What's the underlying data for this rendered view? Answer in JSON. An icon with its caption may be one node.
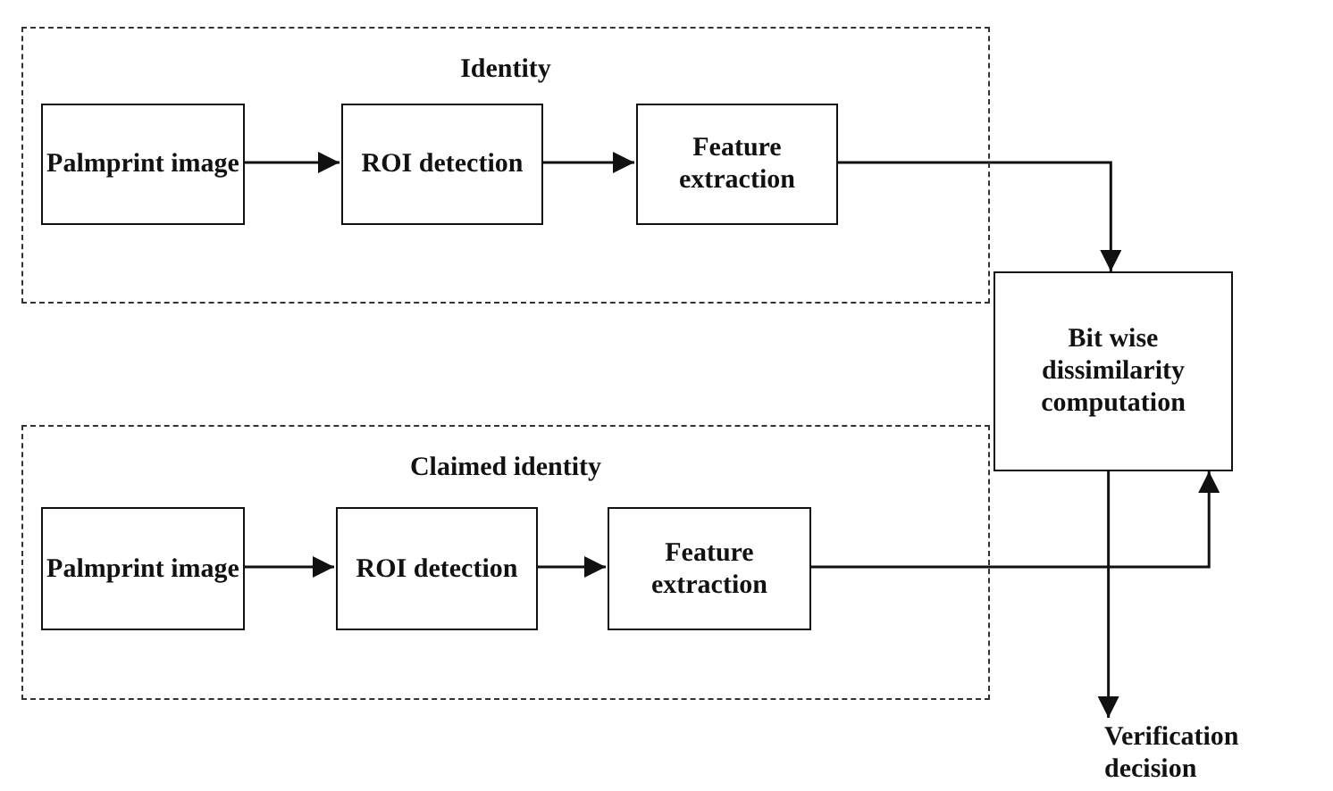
{
  "diagram": {
    "nodes": [
      {
        "text": [
          "Identity"
        ]
      },
      {
        "text": [
          "Palmprint image"
        ],
        "in": 0
      },
      {
        "text": [
          "ROI detection"
        ],
        "in": 0
      },
      {
        "text": [
          "Feature extraction"
        ],
        "in": 0
      },
      {
        "text": [
          "Claimed identity"
        ]
      },
      {
        "text": [
          "Palmprint image"
        ],
        "in": 4
      },
      {
        "text": [
          "ROI detection"
        ],
        "in": 4
      },
      {
        "text": [
          "Feature extraction"
        ],
        "in": 4
      },
      {
        "text": [
          "Bit wise dissimilarity computation"
        ]
      },
      {
        "text": [
          "Verification decision"
        ]
      }
    ],
    "edges": [
      {
        "from": 1,
        "to": 2,
        "arrow": "to"
      },
      {
        "from": 2,
        "to": 3,
        "arrow": "to"
      },
      {
        "from": 5,
        "to": 6,
        "arrow": "to"
      },
      {
        "from": 6,
        "to": 7,
        "arrow": "to"
      },
      {
        "from": 3,
        "to": 8,
        "arrow": "to"
      },
      {
        "from": 7,
        "to": 8,
        "arrow": "to"
      },
      {
        "from": 8,
        "to": 9,
        "arrow": "to"
      }
    ]
  }
}
